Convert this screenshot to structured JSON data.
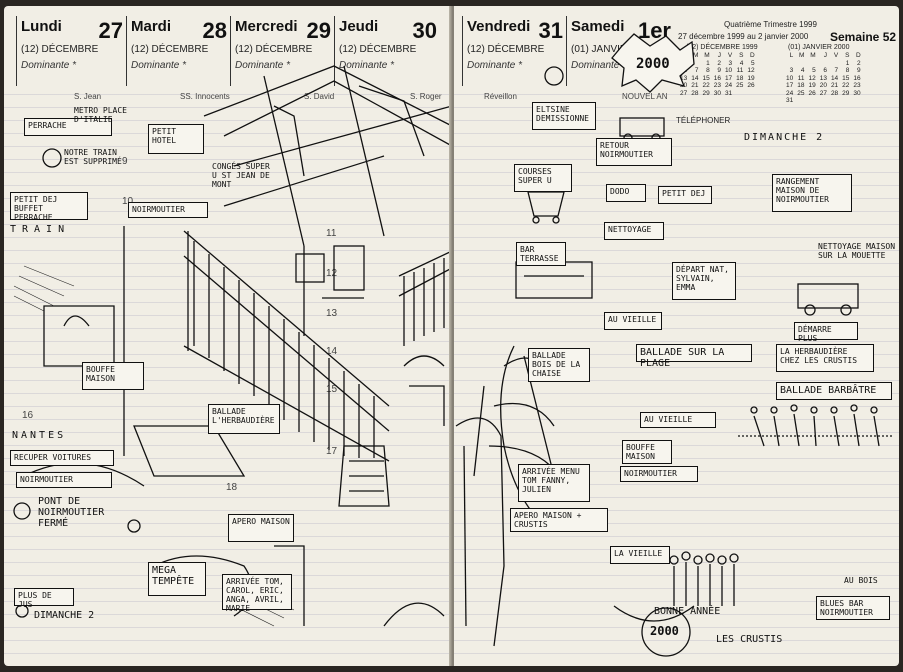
{
  "left_page": {
    "days": [
      {
        "name": "Lundi",
        "num": "27",
        "month": "(12) DÉCEMBRE",
        "sub": "Dominante *",
        "saint": "S. Jean"
      },
      {
        "name": "Mardi",
        "num": "28",
        "month": "(12) DÉCEMBRE",
        "sub": "Dominante *",
        "saint": "SS. Innocents"
      },
      {
        "name": "Mercredi",
        "num": "29",
        "month": "(12) DÉCEMBRE",
        "sub": "Dominante *",
        "saint": "S. David"
      },
      {
        "name": "Jeudi",
        "num": "30",
        "month": "(12) DÉCEMBRE",
        "sub": "Dominante *",
        "saint": "S. Roger"
      }
    ],
    "hours": [
      "9",
      "10",
      "11",
      "12",
      "13",
      "14",
      "15",
      "16",
      "17",
      "18"
    ],
    "notes": {
      "metro": "METRO PLACE D'ITALIE",
      "perrache": "PERRACHE",
      "notre_train": "NOTRE TRAIN EST SUPPRIMÉ",
      "petit_hotel": "PETIT HOTEL",
      "petit_dej": "PETIT DEJ BUFFET PERRACHE",
      "train": "TRAIN",
      "noirmoutier": "NOIRMOUTIER",
      "conges": "CONGÉS SUPER U ST JEAN DE MONT",
      "ballade": "BALLADE L'HERBAUDIÈRE",
      "bouffe_maison": "BOUFFE MAISON",
      "nantes": "NANTES",
      "recuper": "RECUPER VOITURES",
      "pont": "PONT DE NOIRMOUTIER FERMÉ",
      "apero": "APERO MAISON",
      "mega_tempete": "MEGA TEMPÊTE",
      "arrivee": "ARRIVÉE TOM, CAROL, ERIC, ANGA, AVRIL, MARIE",
      "dimanche": "Dimanche 2",
      "plus_de_jus": "PLUS DE JUS"
    }
  },
  "right_page": {
    "days": [
      {
        "name": "Vendredi",
        "num": "31",
        "month": "(12) DÉCEMBRE",
        "sub": "Dominante *",
        "saint": "Réveillon"
      },
      {
        "name": "Samedi",
        "num": "1er",
        "month": "(01) JANVIER",
        "sub": "Dominante *",
        "saint": "NOUVEL AN"
      }
    ],
    "quarter": "Quatrième Trimestre 1999",
    "range": "27 décembre 1999 au 2 janvier 2000",
    "semaine": "Semaine 52",
    "telephoner": "TÉLÉPHONER",
    "stamp_2000": "2000",
    "mini_cal_left_title": "(12) DÉCEMBRE 1999",
    "mini_cal_right_title": "(01) JANVIER 2000",
    "mini_cal_left": [
      [
        "L",
        "M",
        "M",
        "J",
        "V",
        "S",
        "D"
      ],
      [
        "",
        "",
        "1",
        "2",
        "3",
        "4",
        "5"
      ],
      [
        "6",
        "7",
        "8",
        "9",
        "10",
        "11",
        "12"
      ],
      [
        "13",
        "14",
        "15",
        "16",
        "17",
        "18",
        "19"
      ],
      [
        "20",
        "21",
        "22",
        "23",
        "24",
        "25",
        "26"
      ],
      [
        "27",
        "28",
        "29",
        "30",
        "31",
        "",
        ""
      ]
    ],
    "mini_cal_right": [
      [
        "L",
        "M",
        "M",
        "J",
        "V",
        "S",
        "D"
      ],
      [
        "",
        "",
        "",
        "",
        "",
        "1",
        "2"
      ],
      [
        "3",
        "4",
        "5",
        "6",
        "7",
        "8",
        "9"
      ],
      [
        "10",
        "11",
        "12",
        "13",
        "14",
        "15",
        "16"
      ],
      [
        "17",
        "18",
        "19",
        "20",
        "21",
        "22",
        "23"
      ],
      [
        "24",
        "25",
        "26",
        "27",
        "28",
        "29",
        "30"
      ],
      [
        "31",
        "",
        "",
        "",
        "",
        "",
        ""
      ]
    ],
    "notes": {
      "dimanche2": "DIMANCHE 2",
      "demission": "ELTSINE DEMISSIONNE",
      "retour": "RETOUR NOIRMOUTIER",
      "courses": "COURSES SUPER U",
      "dodo": "DODO",
      "petit_dej": "PETIT DEJ",
      "rangement": "RANGEMENT MAISON DE NOIRMOUTIER",
      "nettoyage": "NETTOYAGE",
      "bar": "BAR TERRASSE",
      "depart": "DÉPART NAT, SYLVAIN, EMMA",
      "nettoyage_mouette": "NETTOYAGE MAISON SUR LA MOUETTE",
      "au_vieille": "AU VIEILLE",
      "demarre": "DÉMARRE PLUS",
      "ballade_plage": "BALLADE SUR LA PLAGE",
      "herbaudiere": "LA HERBAUDIÈRE CHEZ LES CRUSTIS",
      "ballade_chaise": "BALLADE BOIS DE LA CHAISE",
      "ballade_barbatre": "BALLADE BARBÂTRE",
      "bouffe_maison": "BOUFFE MAISON",
      "arrivee": "ARRIVÉE MENU TOM FANNY, JULIEN",
      "apero": "APERO MAISON + CRUSTIS",
      "vieille": "LA VIEILLE",
      "bonne_annee": "BONNE ANNÉE",
      "an2000": "2000",
      "blues": "BLUES BAR NOIRMOUTIER",
      "les_crustis": "LES CRUSTIS",
      "dimanche_bois": "AU BOIS"
    }
  }
}
